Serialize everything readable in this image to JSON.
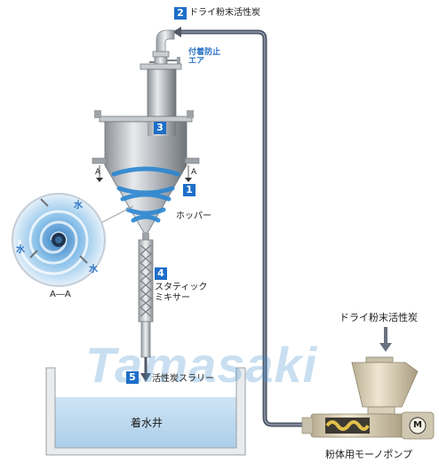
{
  "steps": [
    {
      "num": "1",
      "label": ""
    },
    {
      "num": "2",
      "label": "ドライ粉末活性炭"
    },
    {
      "num": "3",
      "label": ""
    },
    {
      "num": "4",
      "label": "スタティック\nミキサー"
    },
    {
      "num": "5",
      "label": "活性炭スラリー"
    }
  ],
  "labels": {
    "anti_adhesion_air": "付着防止\nエア",
    "hopper": "ホッパー",
    "section_a": "A",
    "section_aa": "A―A",
    "water": "水",
    "feed_powder": "ドライ粉末活性炭",
    "pump": "粉体用モーノポンプ",
    "tank": "着水井",
    "motor": "M"
  },
  "watermark": "Tamasaki",
  "colors": {
    "accent": "#1e6fc8",
    "label_blue": "#2a74c6",
    "pipe": "#5a6475",
    "water": "#bcd9ef"
  }
}
